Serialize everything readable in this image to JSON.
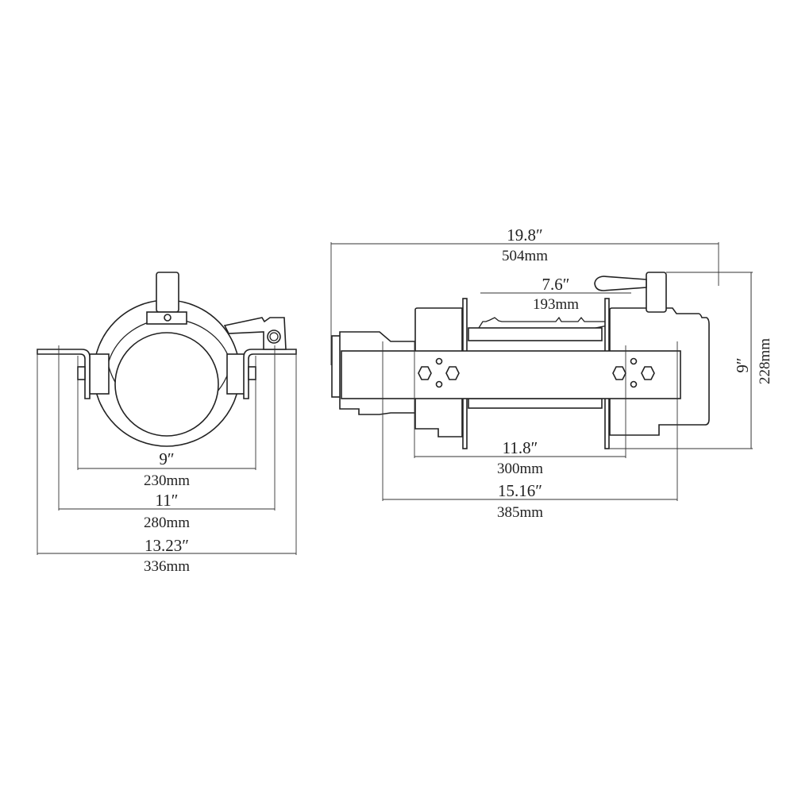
{
  "front_view": {
    "dimensions": [
      {
        "inches": "9″",
        "mm": "230mm"
      },
      {
        "inches": "11″",
        "mm": "280mm"
      },
      {
        "inches": "13.23″",
        "mm": "336mm"
      }
    ]
  },
  "side_view": {
    "dimensions": {
      "overall_length": {
        "inches": "19.8″",
        "mm": "504mm"
      },
      "drum_length": {
        "inches": "7.6″",
        "mm": "193mm"
      },
      "height": {
        "inches": "9″",
        "mm": "228mm"
      },
      "mount_inner": {
        "inches": "11.8″",
        "mm": "300mm"
      },
      "mount_outer": {
        "inches": "15.16″",
        "mm": "385mm"
      }
    }
  },
  "colors": {
    "line": "#222222",
    "background": "#ffffff"
  }
}
